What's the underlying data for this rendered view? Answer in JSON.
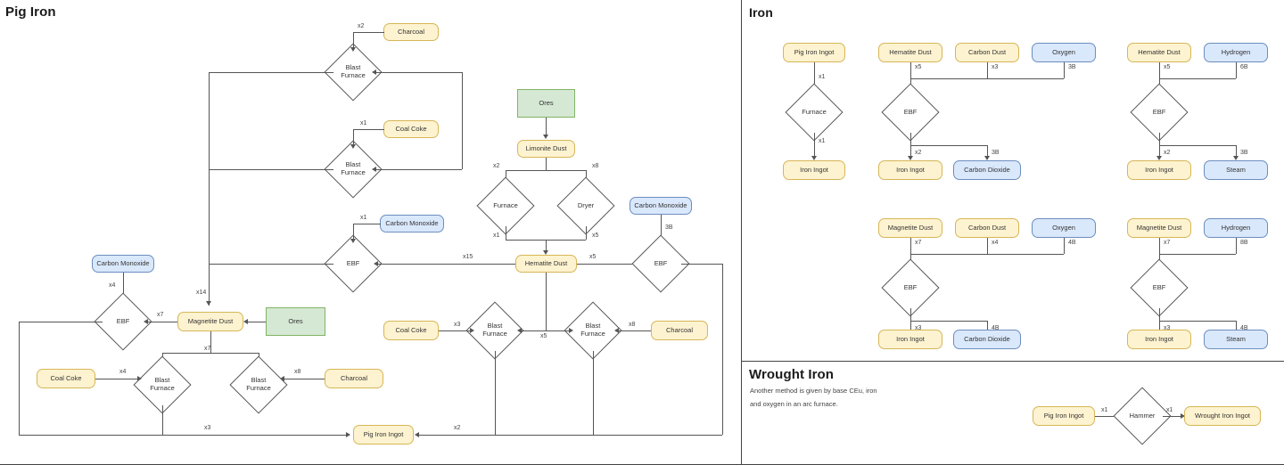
{
  "panels": {
    "pig_iron": {
      "title": "Pig Iron"
    },
    "iron": {
      "title": "Iron"
    },
    "wrought_iron": {
      "title": "Wrought Iron",
      "note_line_1": "Another method is given by base CEu, iron",
      "note_line_2": "and oxygen in an arc furnace."
    }
  },
  "colors": {
    "item_fill": "#fef3d0",
    "item_stroke": "#d6b656",
    "fluid_fill": "#dae8fc",
    "fluid_stroke": "#6c8ebf",
    "ore_fill": "#d5e8d4",
    "ore_stroke": "#82b366",
    "machine_fill": "#ffffff",
    "machine_stroke": "#555555",
    "edge": "#555555",
    "text": "#333333"
  },
  "pig_iron": {
    "nodes": {
      "charcoal_top": "Charcoal",
      "blast_furnace_1": "Blast\nFurnace",
      "coal_coke_2": "Coal Coke",
      "blast_furnace_2": "Blast\nFurnace",
      "carbon_monoxide_3": "Carbon Monoxide",
      "ebf_3": "EBF",
      "ores_top": "Ores",
      "limonite_dust": "Limonite Dust",
      "furnace_mid": "Furnace",
      "dryer_mid": "Dryer",
      "hematite_dust": "Hematite Dust",
      "carbon_monoxide_right": "Carbon Monoxide",
      "ebf_right": "EBF",
      "carbon_monoxide_left": "Carbon Monoxide",
      "ebf_left": "EBF",
      "magnetite_dust": "Magnetite Dust",
      "ores_mid": "Ores",
      "coal_coke_bottom_left": "Coal Coke",
      "blast_furnace_bl": "Blast\nFurnace",
      "blast_furnace_br": "Blast\nFurnace",
      "charcoal_bottom_left": "Charcoal",
      "coal_coke_bottom_mid": "Coal Coke",
      "blast_furnace_cl": "Blast\nFurnace",
      "blast_furnace_cr": "Blast\nFurnace",
      "charcoal_bottom_right": "Charcoal",
      "pig_iron_ingot": "Pig Iron Ingot"
    },
    "edge_labels": {
      "charcoal_to_bf1": "x2",
      "coalcoke_to_bf2": "x1",
      "co_to_ebf3": "x1",
      "limonite_to_furnace": "x2",
      "limonite_to_dryer": "x8",
      "furnace_out": "x1",
      "dryer_out": "x5",
      "hematite_to_ebf3": "x15",
      "hematite_to_ebf_right": "x5",
      "co_right_to_ebf": "3B",
      "co_left_to_ebf": "x4",
      "magnetite_to_ebf_left": "x7",
      "to_magnetite": "x14",
      "magnetite_down": "x7",
      "coalcoke_bl_to_bf": "x4",
      "charcoal_bl_to_bf": "x8",
      "coalcoke_mid_to_bf": "x3",
      "hematite_down": "x5",
      "charcoal_br_to_bf": "x8",
      "to_pig_iron_left": "x3",
      "to_pig_iron_right": "x2"
    }
  },
  "iron": {
    "recipes": [
      {
        "id": "furnace-pig-iron",
        "inputs": [
          {
            "label": "Pig Iron Ingot",
            "kind": "item",
            "amount": "x1"
          }
        ],
        "machine": "Furnace",
        "outputs": [
          {
            "label": "Iron Ingot",
            "kind": "item",
            "amount": "x1"
          }
        ]
      },
      {
        "id": "ebf-hematite-carbon-oxygen",
        "inputs": [
          {
            "label": "Hematite Dust",
            "kind": "item",
            "amount": "x5"
          },
          {
            "label": "Carbon Dust",
            "kind": "item",
            "amount": "x3"
          },
          {
            "label": "Oxygen",
            "kind": "fluid",
            "amount": "3B"
          }
        ],
        "machine": "EBF",
        "outputs": [
          {
            "label": "Iron Ingot",
            "kind": "item",
            "amount": "x2"
          },
          {
            "label": "Carbon Dioxide",
            "kind": "fluid",
            "amount": "3B"
          }
        ]
      },
      {
        "id": "ebf-hematite-hydrogen",
        "inputs": [
          {
            "label": "Hematite Dust",
            "kind": "item",
            "amount": "x5"
          },
          {
            "label": "Hydrogen",
            "kind": "fluid",
            "amount": "6B"
          }
        ],
        "machine": "EBF",
        "outputs": [
          {
            "label": "Iron Ingot",
            "kind": "item",
            "amount": "x2"
          },
          {
            "label": "Steam",
            "kind": "fluid",
            "amount": "3B"
          }
        ]
      },
      {
        "id": "ebf-magnetite-carbon-oxygen",
        "inputs": [
          {
            "label": "Magnetite Dust",
            "kind": "item",
            "amount": "x7"
          },
          {
            "label": "Carbon Dust",
            "kind": "item",
            "amount": "x4"
          },
          {
            "label": "Oxygen",
            "kind": "fluid",
            "amount": "4B"
          }
        ],
        "machine": "EBF",
        "outputs": [
          {
            "label": "Iron Ingot",
            "kind": "item",
            "amount": "x3"
          },
          {
            "label": "Carbon Dioxide",
            "kind": "fluid",
            "amount": "4B"
          }
        ]
      },
      {
        "id": "ebf-magnetite-hydrogen",
        "inputs": [
          {
            "label": "Magnetite Dust",
            "kind": "item",
            "amount": "x7"
          },
          {
            "label": "Hydrogen",
            "kind": "fluid",
            "amount": "8B"
          }
        ],
        "machine": "EBF",
        "outputs": [
          {
            "label": "Iron Ingot",
            "kind": "item",
            "amount": "x3"
          },
          {
            "label": "Steam",
            "kind": "fluid",
            "amount": "4B"
          }
        ]
      }
    ]
  },
  "wrought_iron": {
    "input": "Pig Iron Ingot",
    "input_amount": "x1",
    "machine": "Hammer",
    "output": "Wrought Iron Ingot",
    "output_amount": "x1"
  }
}
